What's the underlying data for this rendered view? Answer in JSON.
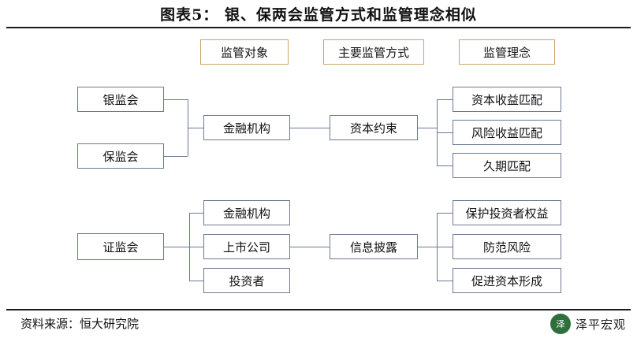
{
  "title": "图表5：  银、保两会监管方式和监管理念相似",
  "headers": [
    {
      "label": "监管对象"
    },
    {
      "label": "主要监管方式"
    },
    {
      "label": "监管理念"
    }
  ],
  "nodes": {
    "yinjianhui": "银监会",
    "baojianhui": "保监会",
    "jinrongjigou1": "金融机构",
    "zibenyueshu": "资本约束",
    "zibenshouyi": "资本收益匹配",
    "fengxianshouyi": "风险收益匹配",
    "jiuqipipei": "久期匹配",
    "zhengjianhui": "证监会",
    "jinrongjigou2": "金融机构",
    "shangshigongsi": "上市公司",
    "touzizhe": "投资者",
    "xinxipilu": "信息披露",
    "baohutouzizhe": "保护投资者权益",
    "fangfanfengxian": "防范风险",
    "cujinziben": "促进资本形成"
  },
  "source": "资料来源：恒大研究院",
  "watermark": {
    "badge": "泽",
    "text": "泽平宏观"
  },
  "colors": {
    "box_border": "#6b7a94",
    "header_border": "#c8a46a",
    "rule": "#1a1a1a",
    "logo": "#2f6f3e"
  }
}
